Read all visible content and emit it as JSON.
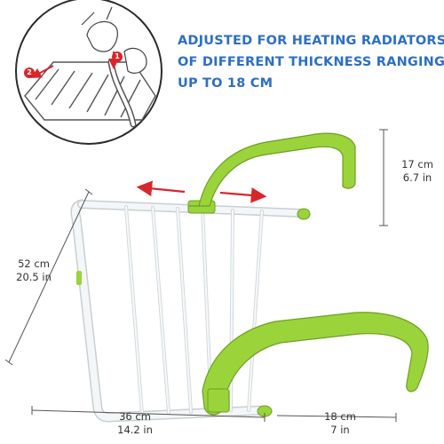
{
  "headline": {
    "line1": "ADJUSTED FOR HEATING RADIATORS",
    "line2": "OF DIFFERENT THICKNESS RANGING",
    "line3": "UP TO 18 CM"
  },
  "dimensions": {
    "hook_height": {
      "metric": "17 cm",
      "imperial": "6.7 in"
    },
    "length": {
      "metric": "52 cm",
      "imperial": "20.5 in"
    },
    "width": {
      "metric": "36 cm",
      "imperial": "14.2 in"
    },
    "depth": {
      "metric": "18 cm",
      "imperial": "7 in"
    }
  },
  "inset_steps": {
    "step1": "1",
    "step2": "2"
  },
  "colors": {
    "headline": "#2c6fc6",
    "hook_green": "#9ad43a",
    "frame_white": "#f4f6f7",
    "arrow_red": "#d8262b"
  }
}
